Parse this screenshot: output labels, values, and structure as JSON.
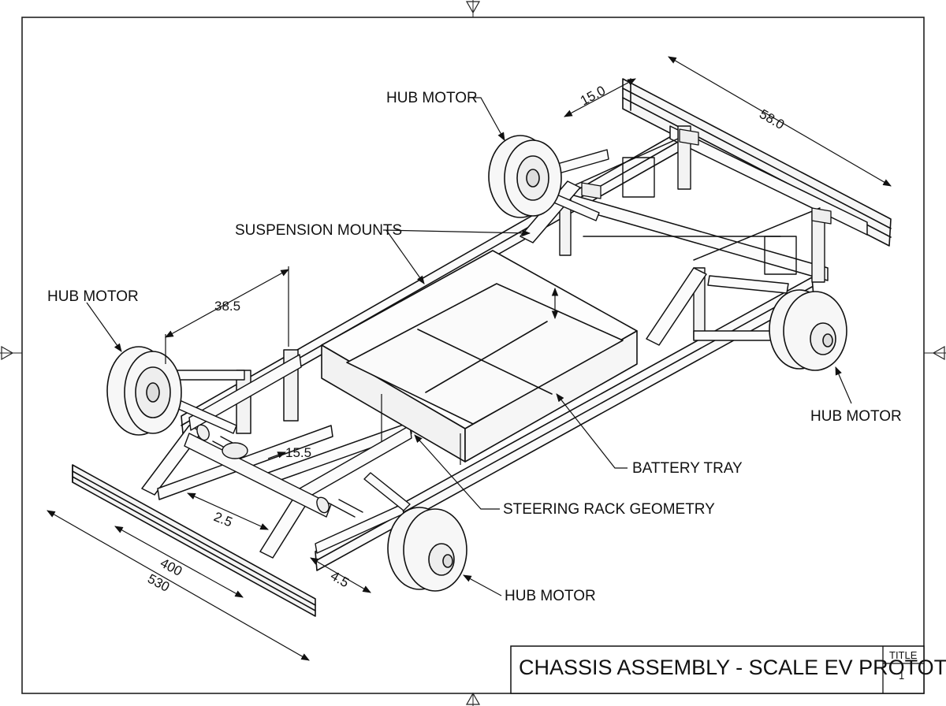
{
  "drawing": {
    "subject": "CHASSIS ASSEMBLY - SCALE EV PROTOTYPE"
  },
  "callouts": {
    "hub_motor_rear_left": "HUB MOTOR",
    "hub_motor_front_left": "HUB MOTOR",
    "hub_motor_rear_right": "HUB MOTOR",
    "hub_motor_front_right": "HUB MOTOR",
    "suspension_mounts": "SUSPENSION MOUNTS",
    "battery_tray": "BATTERY TRAY",
    "steering_rack": "STEERING RACK GEOMETRY"
  },
  "dimensions": {
    "rear_wheel_offset": "15.0",
    "rear_beam_length": "58.0",
    "front_track_offset": "38.5",
    "steering_offset": "15.5",
    "rack_spacing": "2.5",
    "beam_inner": "400",
    "beam_outer": "530",
    "arm_spacing": "4.5"
  },
  "title_block": {
    "title_label": "TITLE",
    "title": "CHASSIS ASSEMBLY - SCALE EV PROTOTYPE",
    "sheet_number": "1"
  }
}
